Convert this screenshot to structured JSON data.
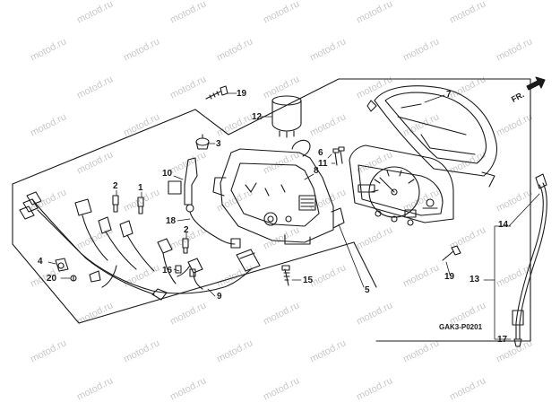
{
  "watermark": {
    "text": "motod.ru"
  },
  "diagram_code": "GAK3-P0201",
  "direction_label": "FR.",
  "colors": {
    "line": "#1a1a1a",
    "background": "#ffffff",
    "watermark": "#c9c9c9"
  },
  "callouts": {
    "c1": "1",
    "c2a": "2",
    "c2b": "2",
    "c3": "3",
    "c4": "4",
    "c5": "5",
    "c6": "6",
    "c7": "7",
    "c8": "8",
    "c9": "9",
    "c10": "10",
    "c11": "11",
    "c12": "12",
    "c13": "13",
    "c14": "14",
    "c15": "15",
    "c16": "16",
    "c17": "17",
    "c18": "18",
    "c19a": "19",
    "c19b": "19",
    "c20": "20"
  }
}
